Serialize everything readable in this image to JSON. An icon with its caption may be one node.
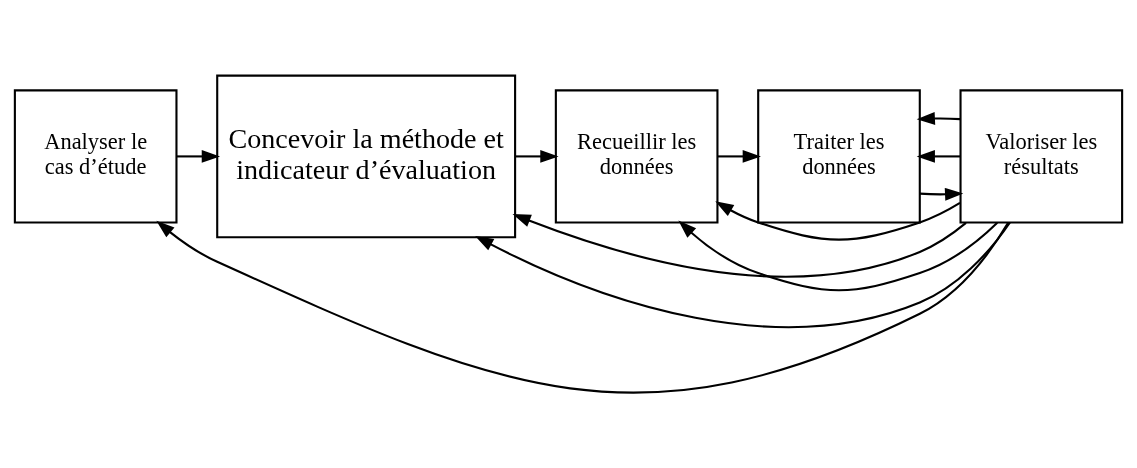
{
  "diagram": {
    "nodes": [
      {
        "text": [
          "Analyser le cas d’étude"
        ]
      },
      {
        "text": [
          "Concevoir la méthode et indicateur d’évaluation"
        ]
      },
      {
        "text": [
          "Recueillir les données"
        ]
      },
      {
        "text": [
          "Traiter les données"
        ]
      },
      {
        "text": [
          "Valoriser les résultats"
        ]
      }
    ],
    "edges": [
      {
        "from": 0,
        "to": 1,
        "arrow": "to"
      },
      {
        "from": 1,
        "to": 2,
        "arrow": "to"
      },
      {
        "from": 2,
        "to": 3,
        "arrow": "to"
      },
      {
        "from": 3,
        "to": 4,
        "arrow": "to"
      },
      {
        "from": 4,
        "to": 1,
        "arrow": "to"
      },
      {
        "from": 4,
        "to": 2,
        "arrow": "to"
      },
      {
        "from": 4,
        "to": 3,
        "arrow": "to"
      },
      {
        "from": 4,
        "to": 0,
        "arrow": "to"
      },
      {
        "from": 4,
        "to": 1,
        "arrow": "to"
      },
      {
        "from": 4,
        "to": 2,
        "arrow": "to"
      },
      {
        "from": 4,
        "to": 3,
        "arrow": "to"
      }
    ]
  }
}
